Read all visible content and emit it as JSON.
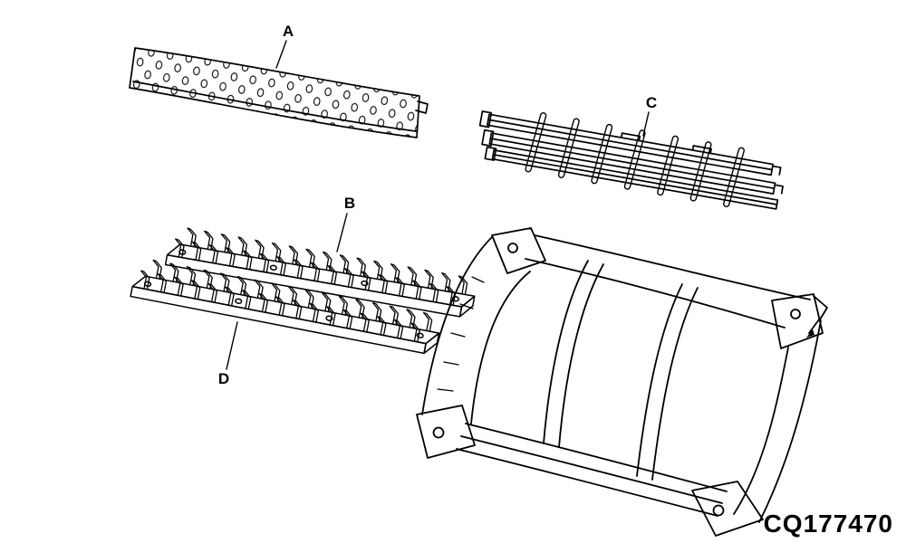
{
  "figure": {
    "code": "CQ177470",
    "background_color": "#ffffff",
    "line_color": "#000000"
  },
  "parts": [
    {
      "label": "A"
    },
    {
      "label": "B"
    },
    {
      "label": "C"
    },
    {
      "label": "D"
    }
  ]
}
